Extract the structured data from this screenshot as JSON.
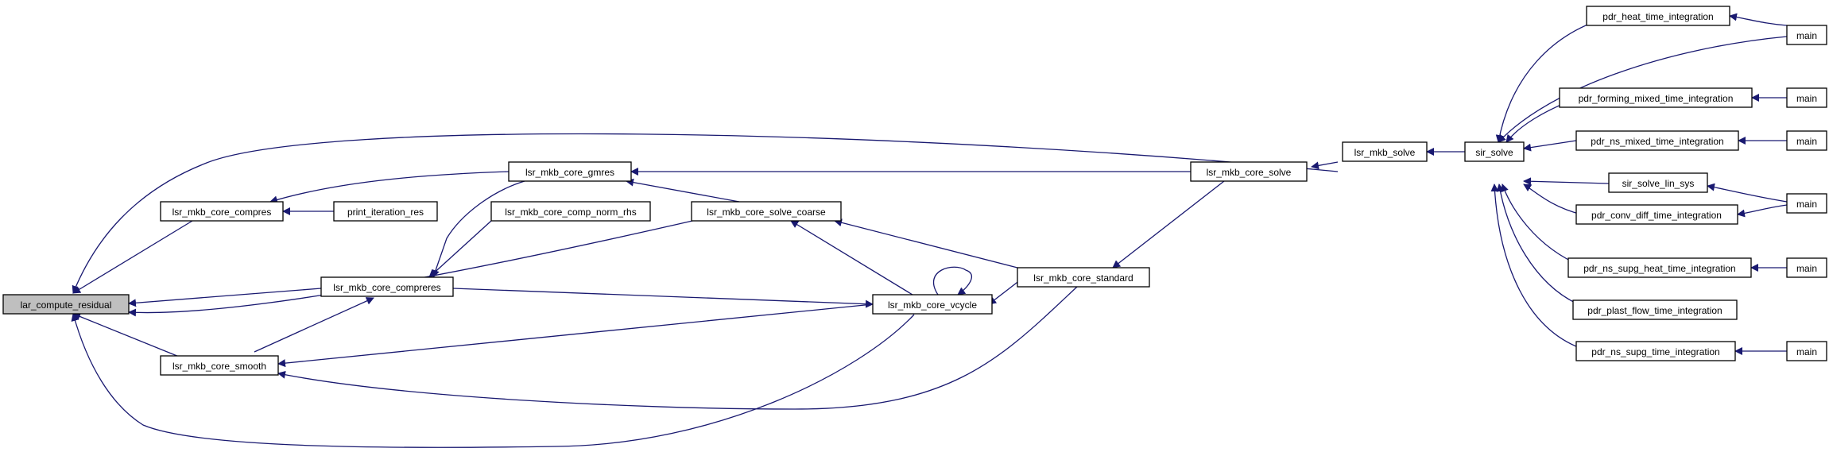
{
  "graph": {
    "edge_color": "#191970",
    "focus_fill": "#bfbfbf",
    "nodes": [
      {
        "id": "n_lar",
        "label": "lar_compute_residual",
        "focus": true
      },
      {
        "id": "n_compres",
        "label": "lsr_mkb_core_compres"
      },
      {
        "id": "n_compreres",
        "label": "lsr_mkb_core_compreres"
      },
      {
        "id": "n_smooth",
        "label": "lsr_mkb_core_smooth"
      },
      {
        "id": "n_print",
        "label": "print_iteration_res"
      },
      {
        "id": "n_gmres",
        "label": "lsr_mkb_core_gmres"
      },
      {
        "id": "n_normrhs",
        "label": "lsr_mkb_core_comp_norm_rhs"
      },
      {
        "id": "n_coarse",
        "label": "lsr_mkb_core_solve_coarse"
      },
      {
        "id": "n_vcycle",
        "label": "lsr_mkb_core_vcycle"
      },
      {
        "id": "n_standard",
        "label": "lsr_mkb_core_standard"
      },
      {
        "id": "n_coresolve",
        "label": "lsr_mkb_core_solve"
      },
      {
        "id": "n_solve",
        "label": "lsr_mkb_solve"
      },
      {
        "id": "n_sir",
        "label": "sir_solve"
      },
      {
        "id": "n_heat",
        "label": "pdr_heat_time_integration"
      },
      {
        "id": "n_main1",
        "label": "main"
      },
      {
        "id": "n_forming",
        "label": "pdr_forming_mixed_time_integration"
      },
      {
        "id": "n_main2",
        "label": "main"
      },
      {
        "id": "n_nsmixed",
        "label": "pdr_ns_mixed_time_integration"
      },
      {
        "id": "n_main3",
        "label": "main"
      },
      {
        "id": "n_linsys",
        "label": "sir_solve_lin_sys"
      },
      {
        "id": "n_main4",
        "label": "main"
      },
      {
        "id": "n_convdiff",
        "label": "pdr_conv_diff_time_integration"
      },
      {
        "id": "n_supgheat",
        "label": "pdr_ns_supg_heat_time_integration"
      },
      {
        "id": "n_main5",
        "label": "main"
      },
      {
        "id": "n_plast",
        "label": "pdr_plast_flow_time_integration"
      },
      {
        "id": "n_supg",
        "label": "pdr_ns_supg_time_integration"
      },
      {
        "id": "n_main6",
        "label": "main"
      }
    ]
  }
}
